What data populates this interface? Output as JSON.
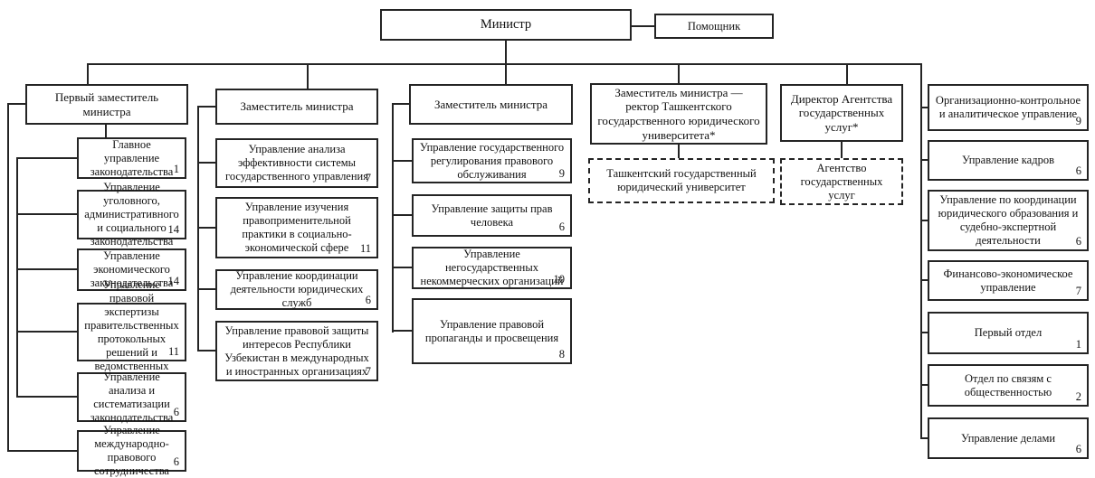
{
  "top": {
    "minister": "Министр",
    "assistant": "Помощник"
  },
  "col1": {
    "head": "Первый заместитель министра",
    "children": [
      {
        "label": "Главное управление законодательства",
        "count": "1"
      },
      {
        "label": "Управление уголовного, административного и социального законодательства",
        "count": "14"
      },
      {
        "label": "Управление экономического законодательства",
        "count": "14"
      },
      {
        "label": "Управление правовой экспертизы правительственных протокольных решений и ведомственных нормативных актов",
        "count": "11"
      },
      {
        "label": "Управление анализа и систематизации законодательства",
        "count": "6"
      },
      {
        "label": "Управление международно-правового сотрудничества",
        "count": "6"
      }
    ]
  },
  "col2": {
    "head": "Заместитель министра",
    "children": [
      {
        "label": "Управление анализа эффективности системы государственного управления",
        "count": "7"
      },
      {
        "label": "Управление изучения правоприменительной практики в социально-экономической сфере",
        "count": "11"
      },
      {
        "label": "Управление координации деятельности юридических служб",
        "count": "6"
      },
      {
        "label": "Управление правовой защиты интересов Республики Узбекистан в международных и иностранных организациях",
        "count": "7"
      }
    ]
  },
  "col3": {
    "head": "Заместитель министра",
    "children": [
      {
        "label": "Управление государственного регулирования правового обслуживания",
        "count": "9"
      },
      {
        "label": "Управление защиты прав человека",
        "count": "6"
      },
      {
        "label": "Управление негосударственных некоммерческих организаций",
        "count": "10"
      },
      {
        "label": "Управление правовой пропаганды и просвещения",
        "count": "8"
      }
    ]
  },
  "col4": {
    "head": "Заместитель министра — ректор Ташкентского государственного юридического университета*",
    "sub": "Ташкентский государственный юридический университет"
  },
  "col5": {
    "head": "Директор Агентства государственных услуг*",
    "sub": "Агентство государственных услуг"
  },
  "col6": {
    "children": [
      {
        "label": "Организационно-контрольное и аналитическое управление",
        "count": "9"
      },
      {
        "label": "Управление кадров",
        "count": "6"
      },
      {
        "label": "Управление по координации юридического образования и судебно-экспертной деятельности",
        "count": "6"
      },
      {
        "label": "Финансово-экономическое управление",
        "count": "7"
      },
      {
        "label": "Первый отдел",
        "count": "1"
      },
      {
        "label": "Отдел по связям с общественностью",
        "count": "2"
      },
      {
        "label": "Управление делами",
        "count": "6"
      }
    ]
  }
}
